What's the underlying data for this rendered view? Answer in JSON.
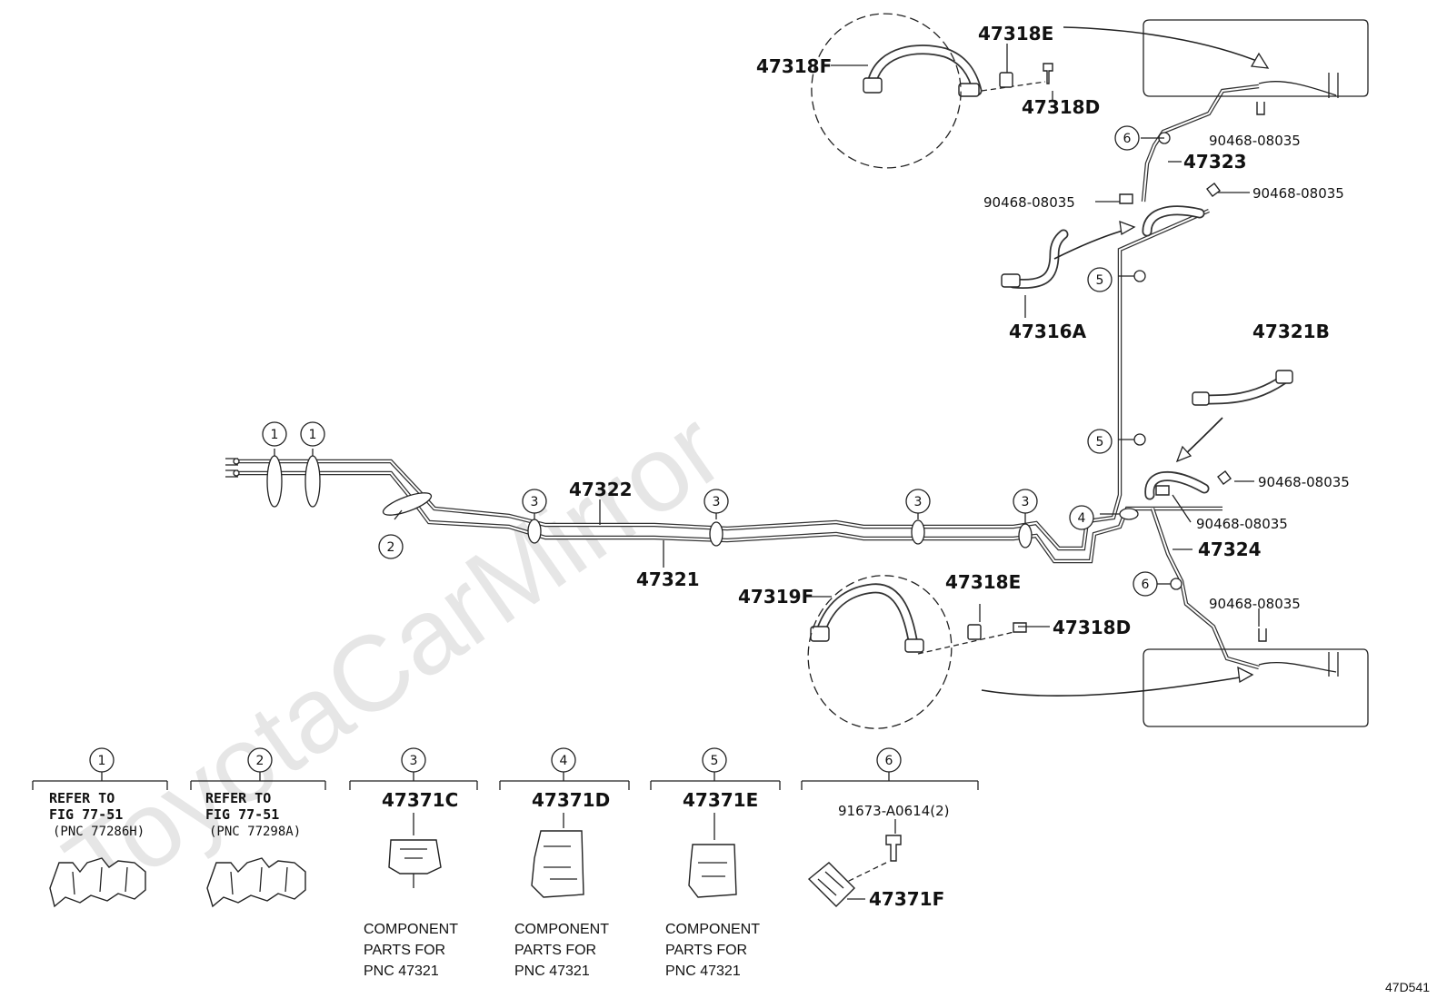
{
  "watermark": "ToyotaCarMirror",
  "figure_id": "47D541",
  "parts": {
    "p47318F": "47318F",
    "p47318E_top": "47318E",
    "p47318D_top": "47318D",
    "p90468_a": "90468-08035",
    "p47323": "47323",
    "p90468_b": "90468-08035",
    "p90468_c": "90468-08035",
    "p47316A": "47316A",
    "p47321B": "47321B",
    "p90468_d": "90468-08035",
    "p90468_e": "90468-08035",
    "p47324": "47324",
    "p90468_f": "90468-08035",
    "p47322": "47322",
    "p47321": "47321",
    "p47319F": "47319F",
    "p47318E_bot": "47318E",
    "p47318D_bot": "47318D"
  },
  "callouts": [
    "1",
    "1",
    "2",
    "3",
    "3",
    "3",
    "3",
    "4",
    "5",
    "5",
    "6",
    "6"
  ],
  "legend": [
    {
      "num": "1",
      "line1": "REFER TO",
      "line2": "FIG 77-51",
      "line3": "(PNC 77286H)"
    },
    {
      "num": "2",
      "line1": "REFER TO",
      "line2": "FIG 77-51",
      "line3": "(PNC 77298A)"
    },
    {
      "num": "3",
      "part": "47371C",
      "comp1": "COMPONENT",
      "comp2": "PARTS FOR",
      "comp3": "PNC 47321"
    },
    {
      "num": "4",
      "part": "47371D",
      "comp1": "COMPONENT",
      "comp2": "PARTS FOR",
      "comp3": "PNC 47321"
    },
    {
      "num": "5",
      "part": "47371E",
      "comp1": "COMPONENT",
      "comp2": "PARTS FOR",
      "comp3": "PNC 47321"
    },
    {
      "num": "6",
      "bolt": "91673-A0614(2)",
      "part": "47371F"
    }
  ]
}
